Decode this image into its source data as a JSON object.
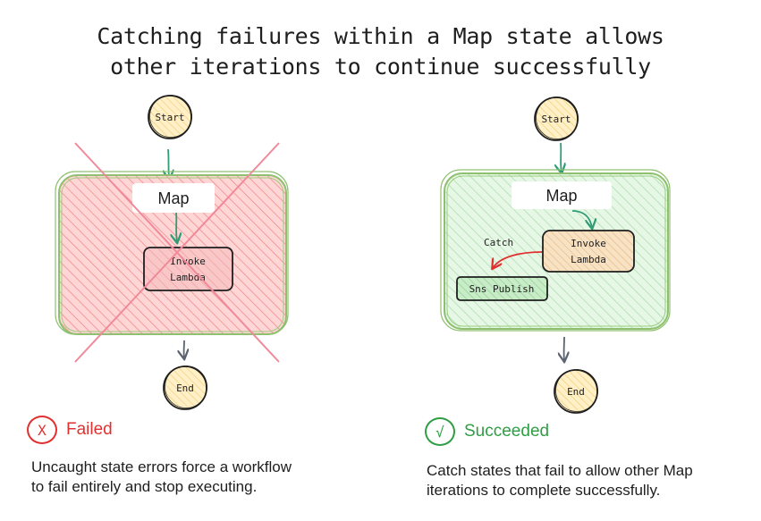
{
  "title": {
    "line1": "Catching failures within a Map state allows",
    "line2": "other iterations to continue successfully"
  },
  "left": {
    "start": "Start",
    "map": "Map",
    "invoke_line1": "Invoke",
    "invoke_line2": "Lambda",
    "end": "End",
    "status_icon": "X",
    "status": "Failed",
    "desc_line1": "Uncaught state errors force a workflow",
    "desc_line2": "to fail entirely and stop executing."
  },
  "right": {
    "start": "Start",
    "map": "Map",
    "invoke_line1": "Invoke",
    "invoke_line2": "Lambda",
    "catch": "Catch",
    "sns": "Sns Publish",
    "end": "End",
    "status_icon": "√",
    "status": "Succeeded",
    "desc_line1": "Catch states that fail to allow other Map",
    "desc_line2": "iterations to complete successfully."
  },
  "colors": {
    "fail": "#e03131",
    "success": "#2f9e44",
    "start_end_fill": "#ffe8b0",
    "map_fail_fill": "#ffc9c9",
    "map_ok_fill": "#d3f9d8",
    "map_border": "#8fc06f",
    "invoke_ok_fill": "#f5d9b5"
  }
}
